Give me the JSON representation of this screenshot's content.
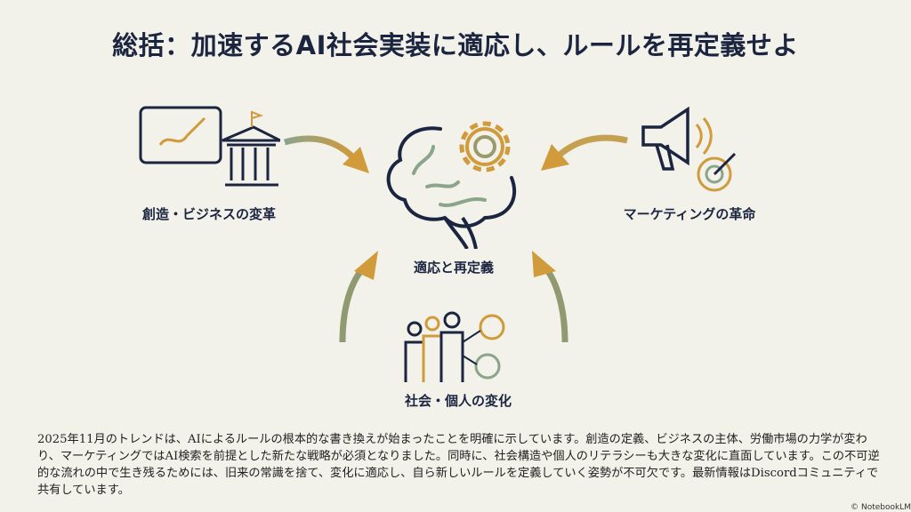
{
  "title": "総括：加速するAI社会実装に適応し、ルールを再定義せよ",
  "center": {
    "label": "適応と再定義",
    "icon": "brain-gear-icon"
  },
  "nodes": [
    {
      "label": "創造・ビジネスの変革",
      "icon": "tablet-bank-icon"
    },
    {
      "label": "マーケティングの革命",
      "icon": "megaphone-target-icon"
    },
    {
      "label": "社会・個人の変化",
      "icon": "people-network-icon"
    }
  ],
  "summary": "2025年11月のトレンドは、AIによるルールの根本的な書き換えが始まったことを明確に示しています。創造の定義、ビジネスの主体、労働市場の力学が変わり、マーケティングではAI検索を前提とした新たな戦略が必須となりました。同時に、社会構造や個人のリテラシーも大きな変化に直面しています。この不可逆的な流れの中で生き残るためには、旧来の常識を捨て、変化に適応し、自ら新しいルールを定義していく姿勢が不可欠です。最新情報はDiscordコミュニティで共有しています。",
  "watermark": "© NotebookLM",
  "colors": {
    "navy": "#1b2540",
    "gold": "#d19a3a",
    "sage": "#8aa58a"
  }
}
